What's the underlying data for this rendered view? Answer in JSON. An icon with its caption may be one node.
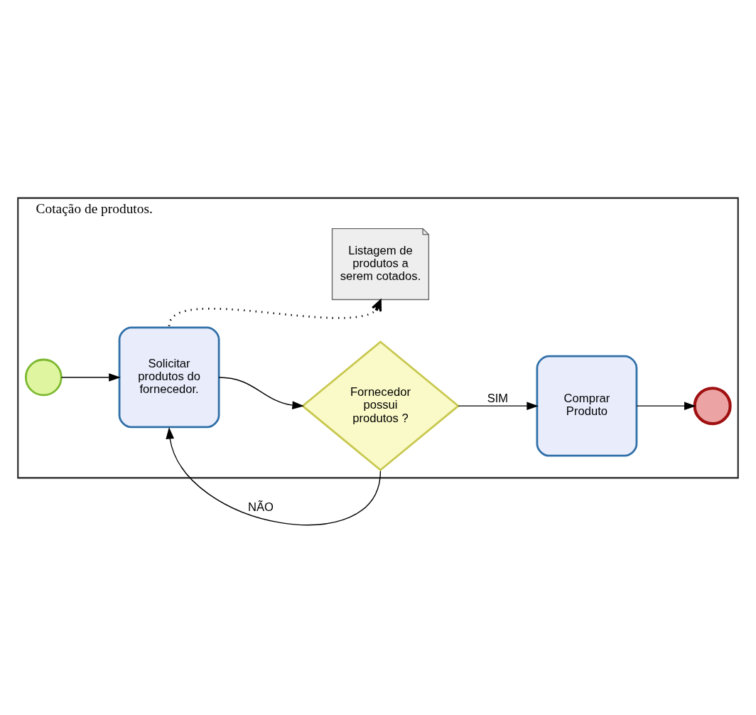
{
  "diagram": {
    "nodes": [
      {
        "text": [
          "Cotação de produtos."
        ]
      },
      {
        "text": [],
        "shape": "circle",
        "in": 0
      },
      {
        "text": [
          "Listagem de produtos a serem cotados."
        ],
        "in": 0
      },
      {
        "text": [
          "Solicitar produtos do fornecedor."
        ],
        "in": 0
      },
      {
        "text": [
          "Fornecedor possui produtos ?"
        ],
        "in": 0
      },
      {
        "text": [
          "Comprar Produto"
        ],
        "in": 0
      },
      {
        "text": [],
        "shape": "circle",
        "in": 0
      }
    ],
    "edges": [
      {
        "from": 1,
        "to": 3,
        "arrow": "to"
      },
      {
        "from": 3,
        "to": 2,
        "arrow": "to",
        "style": "dashed"
      },
      {
        "from": 3,
        "to": 4,
        "arrow": "to"
      },
      {
        "from": 4,
        "to": 5,
        "arrow": "to",
        "label": "SIM"
      },
      {
        "from": 4,
        "to": 3,
        "arrow": "to",
        "label": "NÃO"
      },
      {
        "from": 5,
        "to": 6,
        "arrow": "to"
      }
    ]
  }
}
